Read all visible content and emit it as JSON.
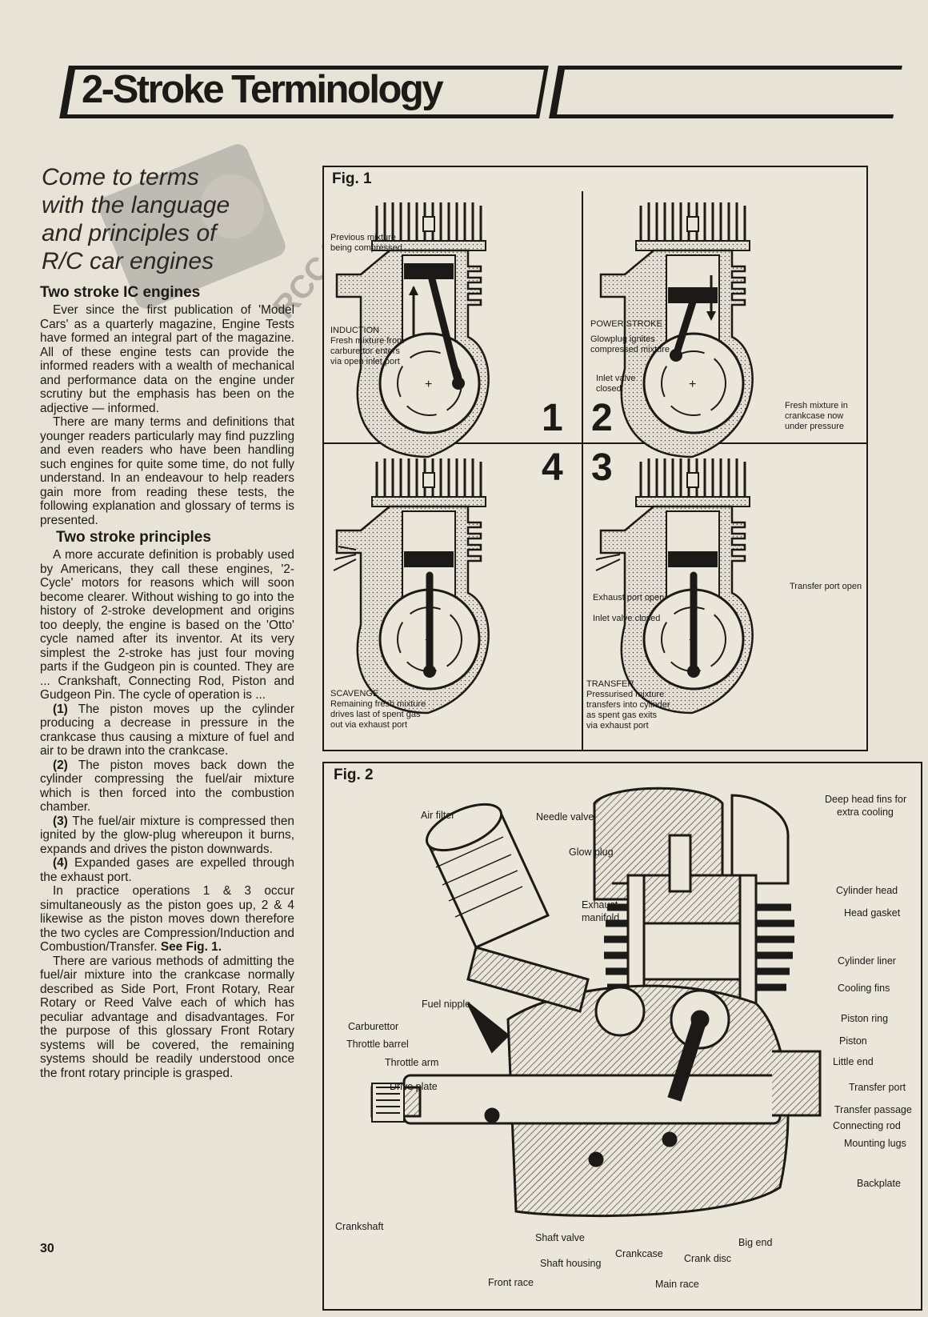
{
  "header": {
    "title": "2-Stroke Terminology"
  },
  "subtitle": [
    "Come to terms",
    "with the language",
    "and principles of",
    "R/C car engines"
  ],
  "watermark": "RCCAR-PAPER.COM",
  "article": {
    "h1": "Two stroke IC engines",
    "p1": "Ever since the first publication of 'Model Cars' as a quarterly magazine, Engine Tests have formed an integral part of the magazine. All of these engine tests can provide the informed readers with a wealth of mechanical and performance data on the engine under scrutiny but the emphasis has been on the adjective — informed.",
    "p2": "There are many terms and definitions that younger readers particularly may find puzzling and even readers who have been handling such engines for quite some time, do not fully understand. In an endeavour to help readers gain more from reading these tests, the following explanation and glossary of terms is presented.",
    "h2": "Two stroke principles",
    "p3": "A more accurate definition is probably used by Americans, they call these engines, '2-Cycle' motors for reasons which will soon become clearer. Without wishing to go into the history of 2-stroke development and origins too deeply, the engine is based on the 'Otto' cycle named after its inventor. At its very simplest the 2-stroke has just four moving parts if the Gudgeon pin is counted. They are ... Crankshaft, Connecting Rod, Piston and Gudgeon Pin. The cycle of operation is ...",
    "s1n": "(1)",
    "s1": " The piston moves up the cylinder producing a decrease in pressure in the crankcase thus causing a mixture of fuel and air to be drawn into the crankcase.",
    "s2n": "(2)",
    "s2": " The piston moves back down the cylinder compressing the fuel/air mixture which is then forced into the combustion chamber.",
    "s3n": "(3)",
    "s3": " The fuel/air mixture is compressed then ignited by the glow-plug whereupon it burns, expands and drives the piston downwards.",
    "s4n": "(4)",
    "s4": " Expanded gases are expelled through the exhaust port.",
    "p4a": "In practice operations 1 & 3 occur simultaneously as the piston goes up, 2 & 4 likewise as the piston moves down therefore the two cycles are Compression/Induction and Combustion/Transfer. ",
    "p4b": "See Fig. 1.",
    "p5": "There are various methods of admitting the fuel/air mixture into the crankcase normally described as Side Port, Front Rotary, Rear Rotary or Reed Valve each of which has peculiar advantage and disadvantages. For the purpose of this glossary Front Rotary systems will be covered, the remaining systems should be readily understood once the front rotary principle is grasped."
  },
  "page_number": "30",
  "fig1": {
    "label": "Fig. 1",
    "numbers": [
      "1",
      "2",
      "4",
      "3"
    ],
    "q1": {
      "top": [
        "Previous mixture",
        "being compressed"
      ],
      "bottom": [
        "INDUCTION",
        "Fresh mixture from",
        "carburettor enters",
        "via open inlet port"
      ]
    },
    "q2": {
      "top": [
        "POWER STROKE",
        "Glowplug ignites",
        "compressed mixture"
      ],
      "mid": [
        "Inlet valve",
        "closed"
      ],
      "bottom": [
        "Fresh mixture in",
        "crankcase now",
        "under pressure"
      ]
    },
    "q4": {
      "bottom": [
        "SCAVENGE",
        "Remaining fresh mixture",
        "drives last of spent gas",
        "out via exhaust port"
      ]
    },
    "q3": {
      "right": "Transfer port open",
      "ex": "Exhaust port open",
      "inlet": "Inlet valve closed",
      "bottom": [
        "TRANSFER",
        "Pressurised mixture",
        "transfers into cylinder",
        "as spent gas exits",
        "via exhaust port"
      ]
    }
  },
  "fig2": {
    "label": "Fig. 2",
    "labels": {
      "air_filter": "Air filter",
      "needle_valve": "Needle valve",
      "deep_head_1": "Deep head fins for",
      "deep_head_2": "extra cooling",
      "glow_plug": "Glow plug",
      "cylinder_head": "Cylinder head",
      "head_gasket": "Head gasket",
      "exhaust_1": "Exhaust",
      "exhaust_2": "manifold",
      "cylinder_liner": "Cylinder liner",
      "cooling_fins": "Cooling fins",
      "fuel_nipple": "Fuel nipple",
      "piston_ring": "Piston ring",
      "carburettor": "Carburettor",
      "piston": "Piston",
      "throttle_barrel": "Throttle barrel",
      "little_end": "Little end",
      "throttle_arm": "Throttle arm",
      "drive_plate": "Drive plate",
      "transfer_port": "Transfer port",
      "transfer_passage": "Transfer passage",
      "connecting_rod": "Connecting rod",
      "mounting_lugs": "Mounting lugs",
      "backplate": "Backplate",
      "crankshaft": "Crankshaft",
      "big_end": "Big end",
      "shaft_valve": "Shaft valve",
      "crankcase": "Crankcase",
      "crank_disc": "Crank disc",
      "shaft_housing": "Shaft housing",
      "front_race": "Front race",
      "main_race": "Main race"
    }
  }
}
